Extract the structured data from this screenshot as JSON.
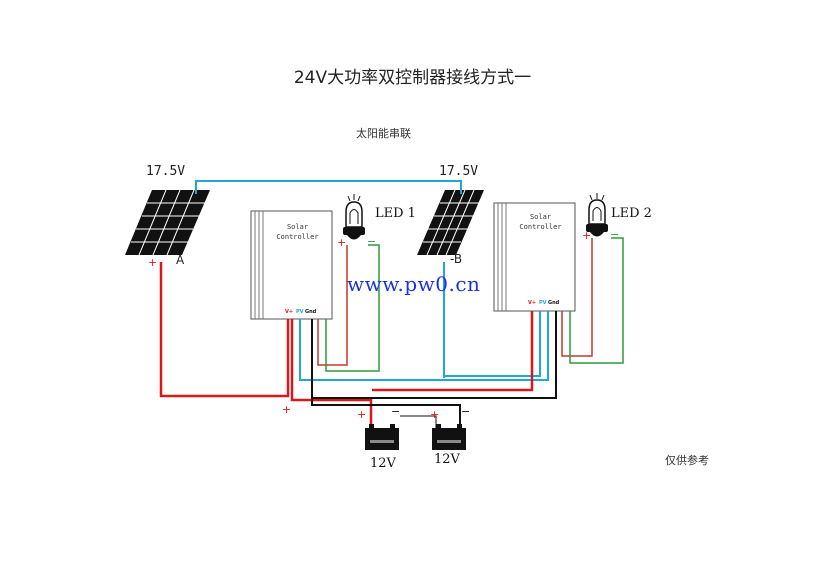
{
  "title": "24V大功率双控制器接线方式一",
  "subtitle": "太阳能串联",
  "watermark": "www.pw0.cn",
  "note": "仅供参考",
  "panels": [
    {
      "voltage": "17.5V",
      "letter": "A",
      "terminal_sign": "+"
    },
    {
      "voltage": "17.5V",
      "letter": "-B"
    }
  ],
  "controllers": [
    {
      "line1": "Solar",
      "line2": "Controller",
      "pins": [
        "V+",
        "PV",
        "Gnd"
      ]
    },
    {
      "line1": "Solar",
      "line2": "Controller",
      "pins": [
        "V+",
        "PV",
        "Gnd"
      ]
    }
  ],
  "leds": [
    {
      "label": "LED 1",
      "plus": "+",
      "minus": "−"
    },
    {
      "label": "LED 2",
      "plus": "+",
      "minus": "−"
    }
  ],
  "batteries": [
    {
      "label": "12V",
      "plus": "+",
      "minus": "−"
    },
    {
      "label": "12V",
      "plus": "+",
      "minus": "−"
    }
  ],
  "plus_marker": "+",
  "colors": {
    "positive": "#d8191c",
    "negative": "#111111",
    "pv": "#20a6d8",
    "load_neg": "#2e9a3a",
    "load_pos": "#c0392b",
    "watermark": "#1a32e6"
  }
}
